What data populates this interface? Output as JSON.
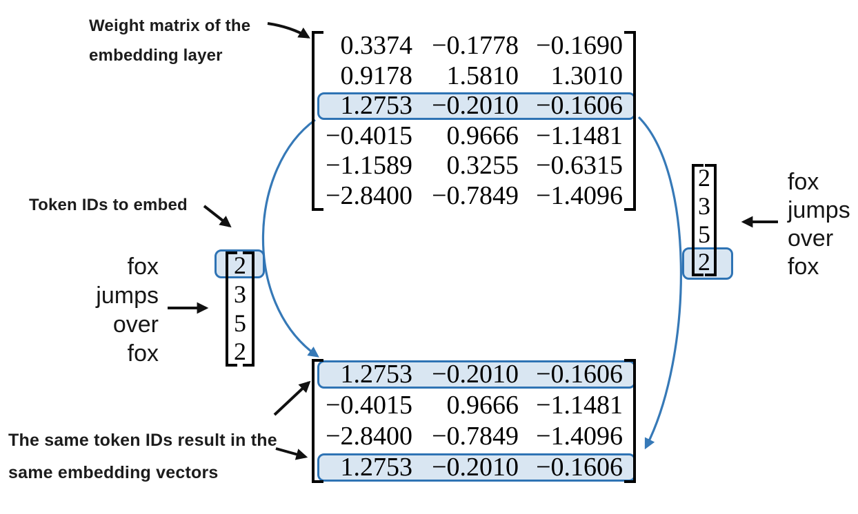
{
  "colors": {
    "background": "#ffffff",
    "highlight_border": "#2e73b4",
    "highlight_fill": "#d9e6f2",
    "connector_blue": "#3679b7",
    "arrow_black": "#111111"
  },
  "labels": {
    "weight_matrix": {
      "line1": "Weight matrix of the",
      "line2": "embedding layer"
    },
    "token_ids": "Token IDs to embed",
    "same_embeddings": {
      "line1": "The same token IDs result in the",
      "line2": "same embedding vectors"
    }
  },
  "input_tokens": {
    "words": [
      "fox",
      "jumps",
      "over",
      "fox"
    ],
    "ids": [
      "2",
      "3",
      "5",
      "2"
    ],
    "highlighted_id_index": 0
  },
  "right_tokens": {
    "words": [
      "fox",
      "jumps",
      "over",
      "fox"
    ],
    "ids": [
      "2",
      "3",
      "5",
      "2"
    ],
    "highlighted_id_index": 3
  },
  "weight_matrix": {
    "rows": [
      [
        "0.3374",
        "−0.1778",
        "−0.1690"
      ],
      [
        "0.9178",
        "1.5810",
        "1.3010"
      ],
      [
        "1.2753",
        "−0.2010",
        "−0.1606"
      ],
      [
        "−0.4015",
        "0.9666",
        "−1.1481"
      ],
      [
        "−1.1589",
        "0.3255",
        "−0.6315"
      ],
      [
        "−2.8400",
        "−0.7849",
        "−1.4096"
      ]
    ],
    "highlighted_row_index": 2
  },
  "output_matrix": {
    "rows": [
      [
        "1.2753",
        "−0.2010",
        "−0.1606"
      ],
      [
        "−0.4015",
        "0.9666",
        "−1.1481"
      ],
      [
        "−2.8400",
        "−0.7849",
        "−1.4096"
      ],
      [
        "1.2753",
        "−0.2010",
        "−0.1606"
      ]
    ],
    "highlighted_row_indices": [
      0,
      3
    ]
  }
}
